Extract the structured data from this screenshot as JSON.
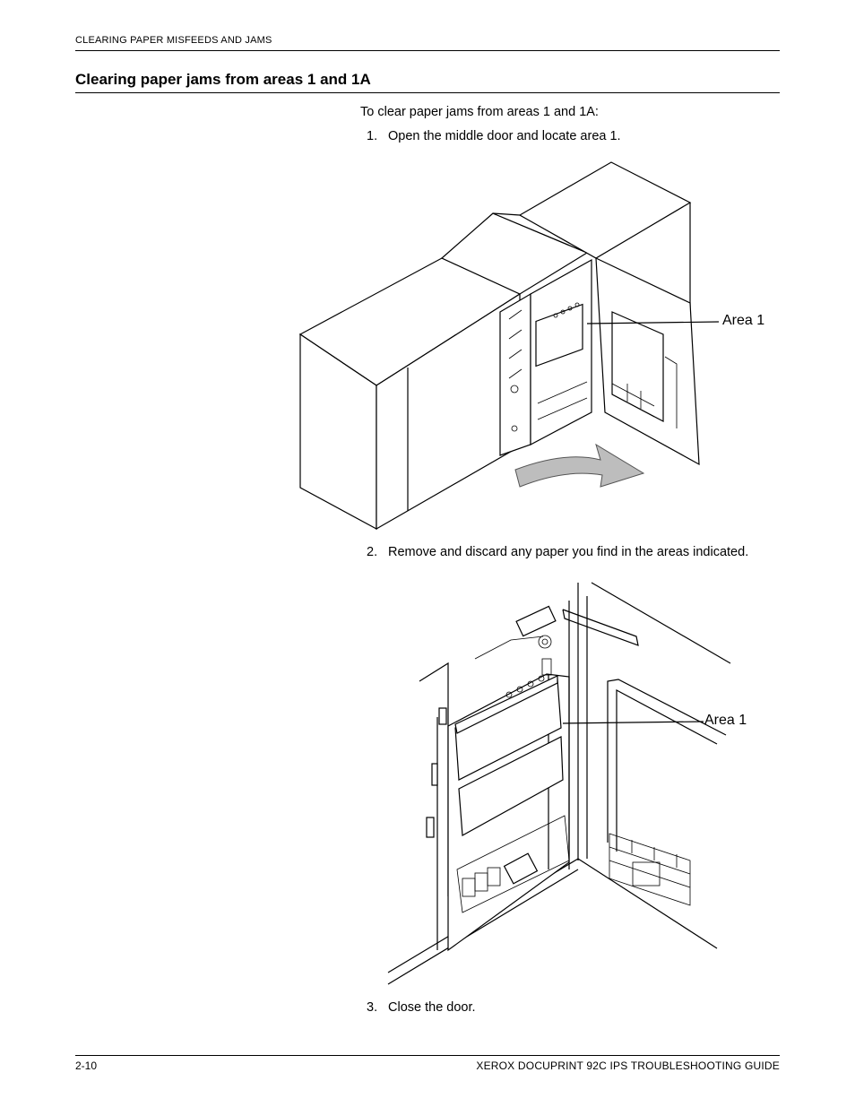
{
  "header": {
    "running_head": "CLEARING PAPER MISFEEDS AND JAMS"
  },
  "section": {
    "title": "Clearing paper jams from areas 1 and 1A",
    "intro": "To clear paper jams from areas 1 and 1A:"
  },
  "steps": [
    {
      "number": "1.",
      "text": "Open the middle door and locate area 1."
    },
    {
      "number": "2.",
      "text": "Remove and discard any paper you find in the areas indicated."
    },
    {
      "number": "3.",
      "text": "Close the door."
    }
  ],
  "figures": [
    {
      "callout": "Area 1"
    },
    {
      "callout": "Area 1"
    }
  ],
  "footer": {
    "page_number": "2-10",
    "guide_title": "XEROX DOCUPRINT 92C IPS TROUBLESHOOTING GUIDE"
  }
}
